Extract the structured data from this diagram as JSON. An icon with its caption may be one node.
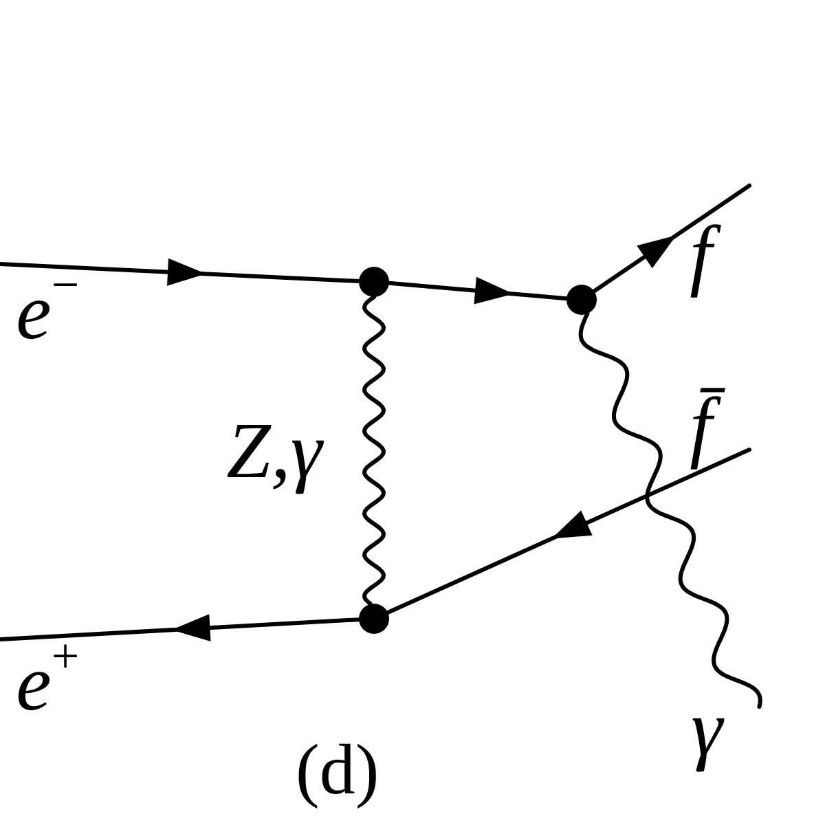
{
  "diagram": {
    "caption": "(d)",
    "nodes": [
      {
        "text": [],
        "shape": "circle"
      },
      {
        "text": [],
        "shape": "circle"
      },
      {
        "text": [],
        "shape": "circle"
      }
    ],
    "edges": [
      {
        "from": null,
        "to": 0,
        "arrow": "to",
        "label": "e$^{−}$"
      },
      {
        "from": 0,
        "to": 1,
        "arrow": "to"
      },
      {
        "from": 1,
        "to": null,
        "arrow": "to",
        "label": "f"
      },
      {
        "from": null,
        "to": 2,
        "arrow": "to",
        "label": "f̄"
      },
      {
        "from": 2,
        "to": null,
        "arrow": "to",
        "label": "e$^{+}$"
      },
      {
        "from": 0,
        "to": 2,
        "arrow": "none",
        "label": "Z,γ"
      },
      {
        "from": 1,
        "to": null,
        "arrow": "none",
        "label": "γ"
      }
    ]
  }
}
